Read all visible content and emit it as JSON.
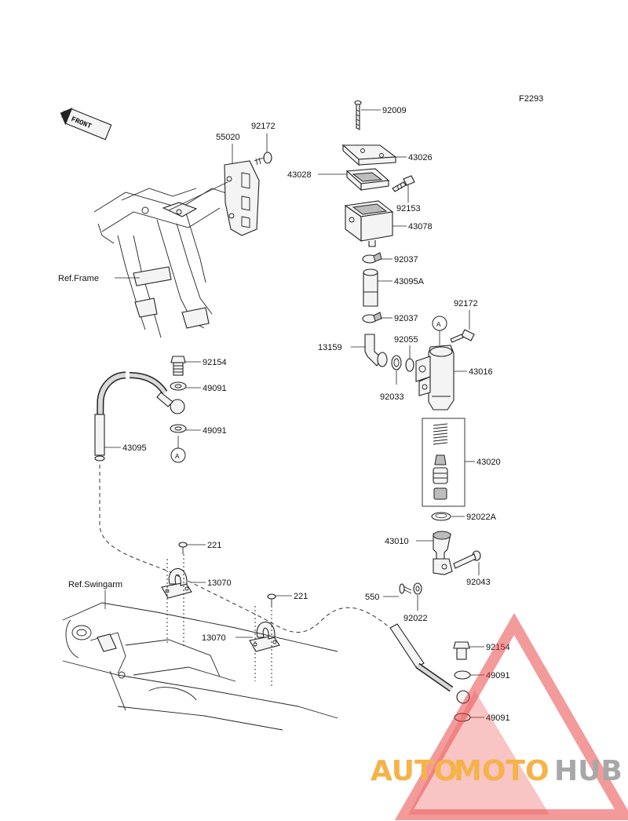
{
  "diagram": {
    "figure_code": "F2293",
    "direction_label": "FRONT",
    "references": {
      "frame": "Ref.Frame",
      "swingarm": "Ref.Swingarm"
    },
    "callout_marker": "A",
    "part_labels": {
      "p92009": "92009",
      "p43026": "43026",
      "p43028": "43028",
      "p92153": "92153",
      "p43078": "43078",
      "p92037a": "92037",
      "p43095A": "43095A",
      "p92037b": "92037",
      "p92172a": "92172",
      "p55020": "55020",
      "p92172b": "92172",
      "p13159": "13159",
      "p92055": "92055",
      "p43016": "43016",
      "p92033": "92033",
      "p43020": "43020",
      "p92022A": "92022A",
      "p43010": "43010",
      "p92043": "92043",
      "p550": "550",
      "p92022": "92022",
      "p92154a": "92154",
      "p49091a": "49091",
      "p49091b": "49091",
      "p43095": "43095",
      "p221a": "221",
      "p13070a": "13070",
      "p221b": "221",
      "p13070b": "13070",
      "p92154b": "92154",
      "p49091c": "49091",
      "p49091d": "49091"
    }
  },
  "watermark": {
    "text_part1": "AUTO",
    "text_part2": "MOTO",
    "text_part3": "HUB",
    "colors": {
      "orange": "#f4a629",
      "red": "#e8393a",
      "gray": "#9a9a9a"
    }
  }
}
